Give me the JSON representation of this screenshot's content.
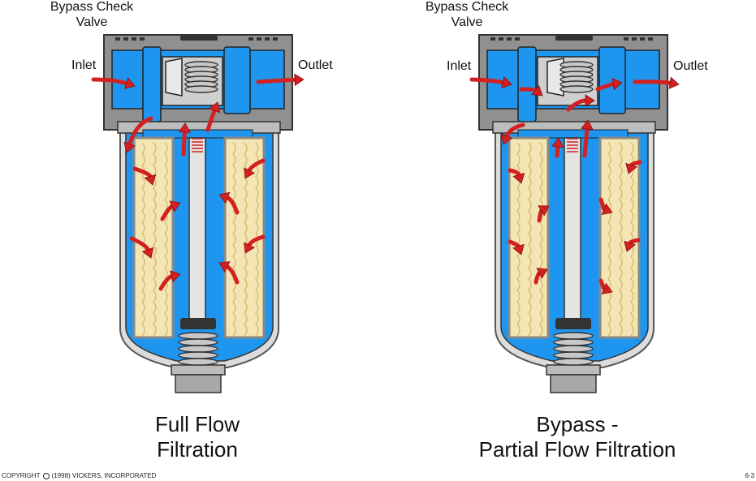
{
  "colors": {
    "fluid": "#1e96f0",
    "housing": "#909090",
    "element": "#f3e6b4",
    "arrow": "#d42020",
    "spring": "#c8c8c8"
  },
  "panels": [
    {
      "id": "full-flow",
      "valve_label_line1": "Bypass Check",
      "valve_label_line2": "Valve",
      "inlet_label": "Inlet",
      "outlet_label": "Outlet",
      "caption_line1": "Full Flow",
      "caption_line2": "Filtration",
      "valve_state": "closed"
    },
    {
      "id": "bypass",
      "valve_label_line1": "Bypass Check",
      "valve_label_line2": "Valve",
      "inlet_label": "Inlet",
      "outlet_label": "Outlet",
      "caption_line1": "Bypass -",
      "caption_line2": "Partial Flow Filtration",
      "valve_state": "open"
    }
  ],
  "footer": {
    "copyright_prefix": "COPYRIGHT",
    "copyright_rest": "(1998) VICKERS, INCORPORATED",
    "page_number": "6-3"
  }
}
